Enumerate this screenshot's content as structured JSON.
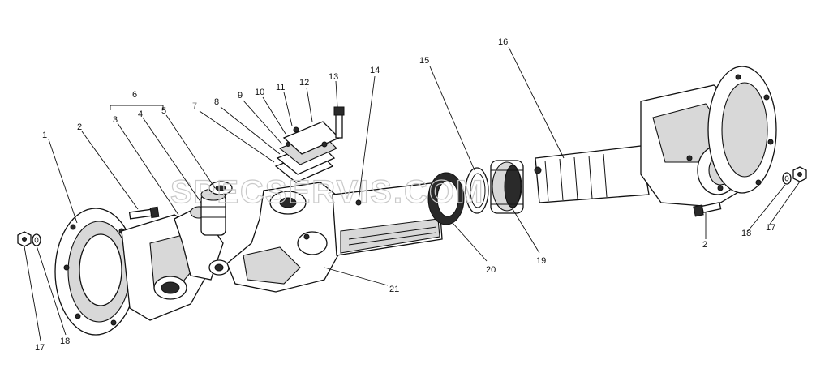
{
  "watermark": "SPECSERVIS.COM",
  "callouts": {
    "c1": "1",
    "c2a": "2",
    "c2b": "2",
    "c3": "3",
    "c4": "4",
    "c5": "5",
    "c6": "6",
    "c7": "7",
    "c8": "8",
    "c9": "9",
    "c10": "10",
    "c11": "11",
    "c12": "12",
    "c13": "13",
    "c14": "14",
    "c15": "15",
    "c16": "16",
    "c17a": "17",
    "c17b": "17",
    "c18a": "18",
    "c18b": "18",
    "c19": "19",
    "c20": "20",
    "c21": "21"
  }
}
